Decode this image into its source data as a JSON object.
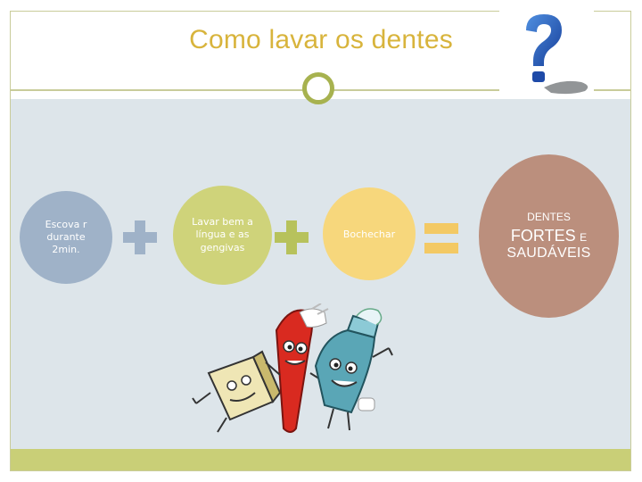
{
  "slide": {
    "title": "Como lavar os dentes",
    "steps": [
      {
        "label": "Escova r durante 2min."
      },
      {
        "label": "Lavar bem a língua e as gengivas"
      },
      {
        "label": "Bochechar"
      }
    ],
    "operators": [
      "plus",
      "plus",
      "equals"
    ],
    "result": {
      "line1": "DENTES",
      "emphasis": "FORTES",
      "connector": "E",
      "line3": "SAUDÁVEIS"
    }
  },
  "colors": {
    "title": "#d8b43c",
    "step1": "#9fb2c8",
    "step2": "#cfd37a",
    "step3": "#f7d77c",
    "result": "#bb8f7d",
    "background": "#dde5ea",
    "accent_bar": "#c9cf77"
  },
  "icons": {
    "decoration": "question-mark-icon",
    "operators": [
      "plus-icon",
      "plus-icon",
      "equals-icon"
    ],
    "illustration": "toothbrush-toothpaste-cartoon"
  }
}
